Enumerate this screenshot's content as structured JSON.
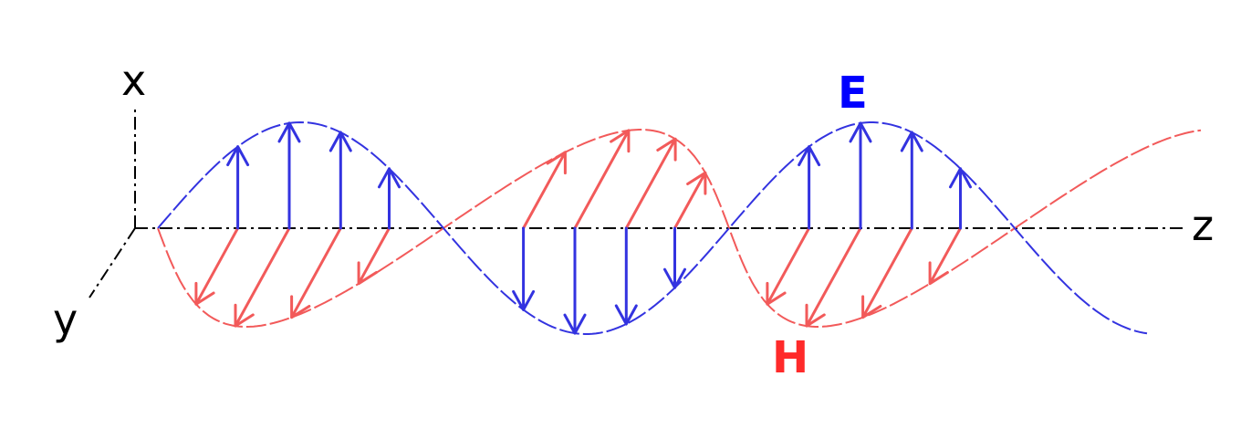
{
  "axes": {
    "x_label": "x",
    "y_label": "y",
    "z_label": "z"
  },
  "fields": {
    "electric": {
      "label": "E",
      "color": "#0000ff",
      "stroke": "#3333e0"
    },
    "magnetic": {
      "label": "H",
      "color": "#ff2a2a",
      "stroke": "#f25a5a"
    }
  }
}
